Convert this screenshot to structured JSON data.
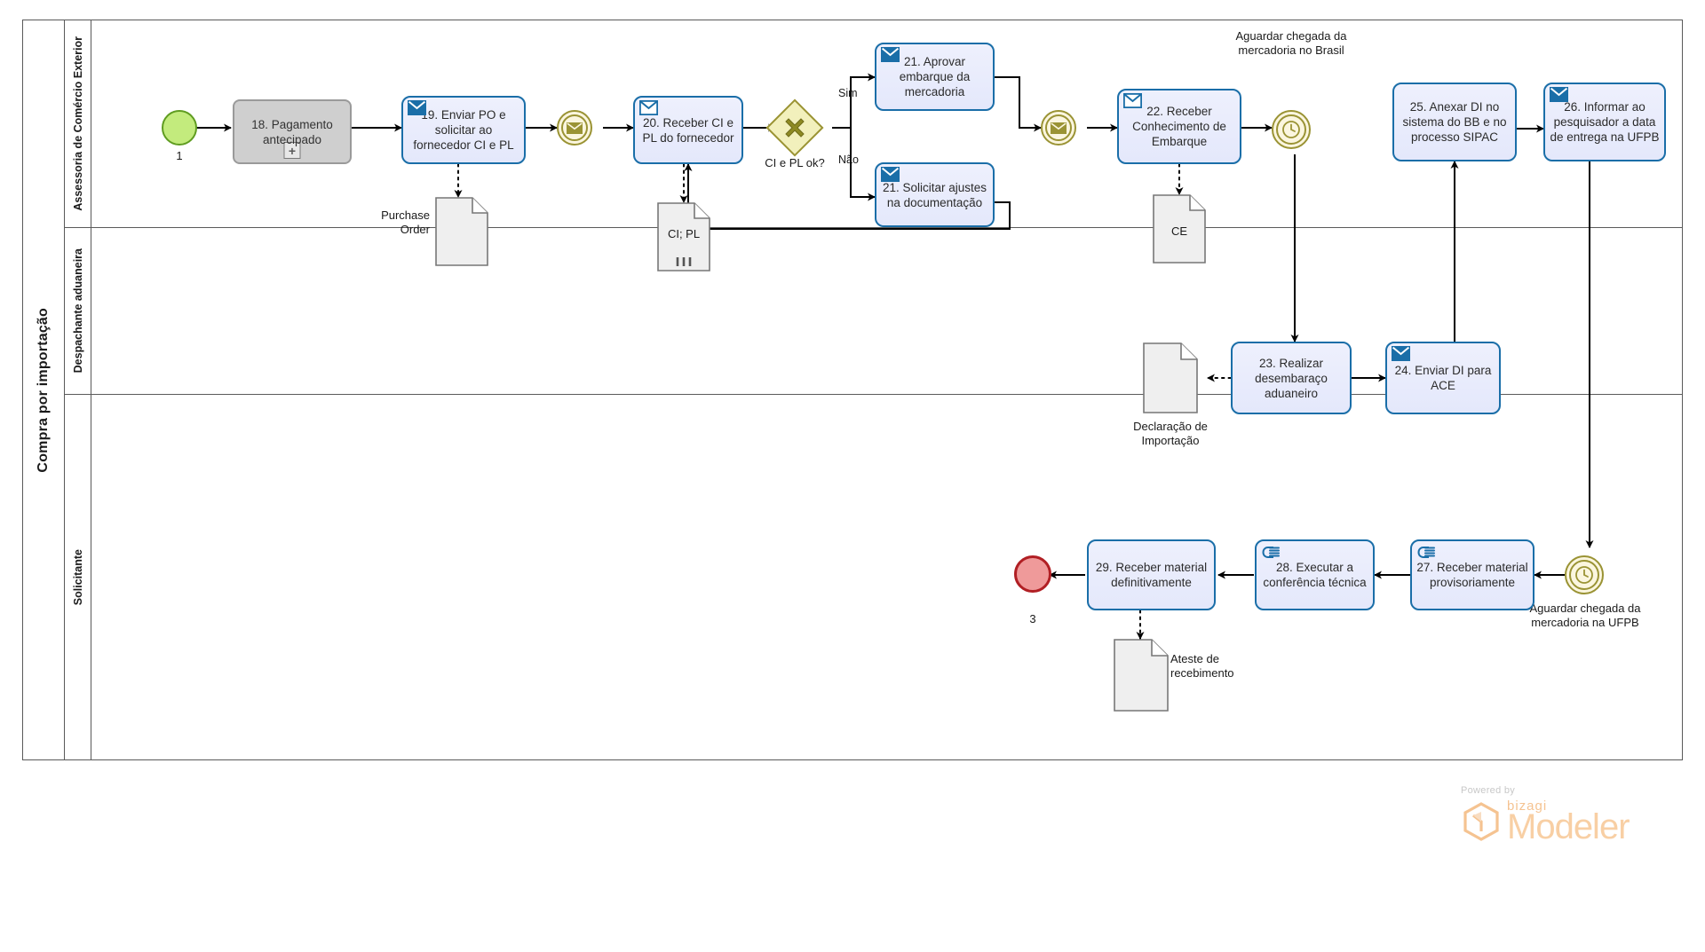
{
  "pool": {
    "title": "Compra por importação"
  },
  "lanes": [
    {
      "id": "lane-ace",
      "label": "Assessoria de Comércio Exterior"
    },
    {
      "id": "lane-desp",
      "label": "Despachante aduaneira"
    },
    {
      "id": "lane-soli",
      "label": "Solicitante"
    }
  ],
  "events": [
    {
      "id": "start-1",
      "type": "start",
      "label": "1",
      "icon": "none"
    },
    {
      "id": "msg-throw-1",
      "type": "intermediate-message",
      "label": "",
      "icon": "envelope-icon"
    },
    {
      "id": "msg-throw-2",
      "type": "intermediate-message",
      "label": "",
      "icon": "envelope-icon"
    },
    {
      "id": "timer-brasil",
      "type": "intermediate-timer",
      "label": "Aguardar chegada da mercadoria no Brasil",
      "icon": "clock-icon"
    },
    {
      "id": "timer-ufpb",
      "type": "intermediate-timer",
      "label": "Aguardar chegada da mercadoria na UFPB",
      "icon": "clock-icon"
    },
    {
      "id": "end-3",
      "type": "end",
      "label": "3",
      "icon": "none"
    }
  ],
  "tasks": [
    {
      "id": "t18",
      "label": "18. Pagamento antecipado",
      "style": "subprocess",
      "icon": "none"
    },
    {
      "id": "t19",
      "label": "19. Enviar PO e solicitar ao fornecedor CI e PL",
      "style": "task",
      "icon": "send-message-icon"
    },
    {
      "id": "t20",
      "label": "20. Receber CI e PL do fornecedor",
      "style": "task",
      "icon": "receive-message-icon"
    },
    {
      "id": "t21a",
      "label": "21. Aprovar embarque da mercadoria",
      "style": "task",
      "icon": "send-message-icon"
    },
    {
      "id": "t21b",
      "label": "21. Solicitar ajustes na documentação",
      "style": "task",
      "icon": "send-message-icon"
    },
    {
      "id": "t22",
      "label": "22. Receber Conhecimento de Embarque",
      "style": "task",
      "icon": "receive-message-icon"
    },
    {
      "id": "t23",
      "label": "23. Realizar desembaraço aduaneiro",
      "style": "task",
      "icon": "none"
    },
    {
      "id": "t24",
      "label": "24. Enviar DI para ACE",
      "style": "task",
      "icon": "send-message-icon"
    },
    {
      "id": "t25",
      "label": "25. Anexar DI no sistema do BB e no processo SIPAC",
      "style": "task",
      "icon": "none"
    },
    {
      "id": "t26",
      "label": "26. Informar ao pesquisador a data de entrega na UFPB",
      "style": "task",
      "icon": "send-message-icon"
    },
    {
      "id": "t27",
      "label": "27. Receber material provisoriamente",
      "style": "task",
      "icon": "manual-hand-icon"
    },
    {
      "id": "t28",
      "label": "28. Executar a conferência técnica",
      "style": "task",
      "icon": "manual-hand-icon"
    },
    {
      "id": "t29",
      "label": "29. Receber material definitivamente",
      "style": "task",
      "icon": "none"
    }
  ],
  "gateways": [
    {
      "id": "gw-ci-pl",
      "label": "CI e PL ok?",
      "type": "exclusive"
    }
  ],
  "flow_labels": [
    {
      "id": "flow-sim",
      "text": "Sim"
    },
    {
      "id": "flow-nao",
      "text": "Não"
    }
  ],
  "documents": [
    {
      "id": "doc-po",
      "label": "Purchase Order",
      "variant": "plain"
    },
    {
      "id": "doc-cipl",
      "label": "CI; PL",
      "variant": "collection",
      "inner": "CI; PL"
    },
    {
      "id": "doc-ce",
      "label": "",
      "inner": "CE",
      "variant": "plain-inner"
    },
    {
      "id": "doc-di",
      "label": "Declaração de Importação",
      "variant": "plain"
    },
    {
      "id": "doc-ateste",
      "label": "Ateste de recebimento",
      "variant": "plain"
    }
  ],
  "brand": {
    "powered": "Powered by",
    "name": "bizagi",
    "product": "Modeler"
  },
  "colors": {
    "task_border": "#1a6ea8",
    "task_fill": "#e8ecfc",
    "start_event": "#c3eb7d",
    "end_event": "#ef9a9a",
    "gateway": "#f2f0bc",
    "intermediate": "#9a9334",
    "subprocess": "#cfcfcf"
  }
}
